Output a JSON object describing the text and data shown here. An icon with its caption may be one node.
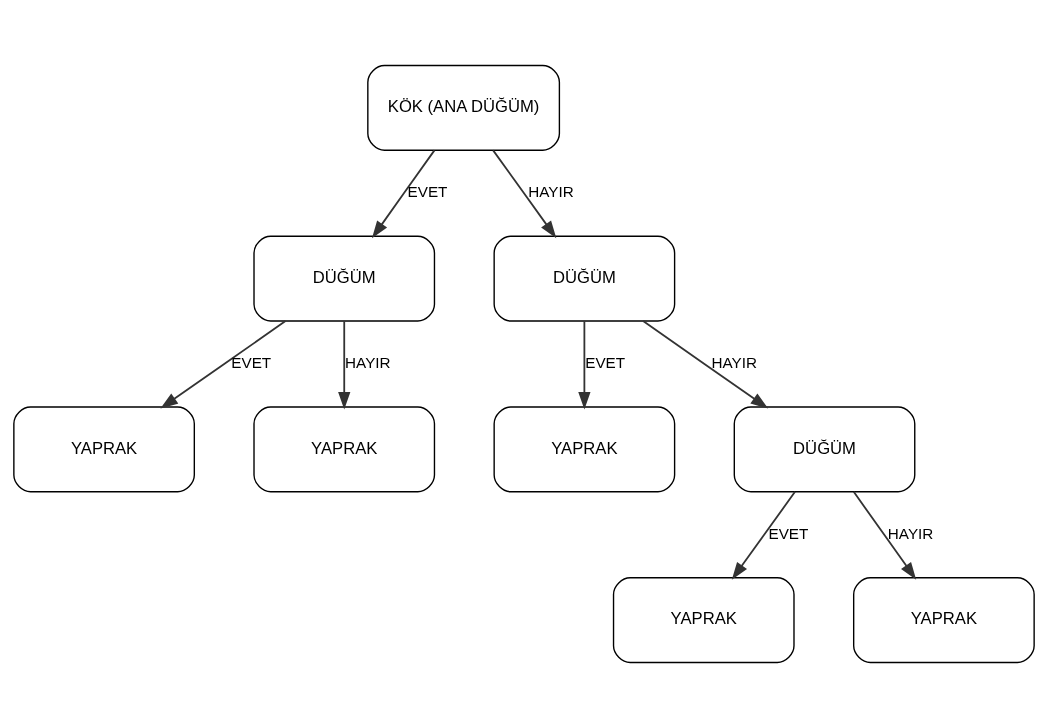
{
  "diagram": {
    "nodes": [
      {
        "text": [
          "KÖK (ANA DÜĞÜM)"
        ]
      },
      {
        "text": [
          "DÜĞÜM"
        ]
      },
      {
        "text": [
          "DÜĞÜM"
        ]
      },
      {
        "text": [
          "YAPRAK"
        ]
      },
      {
        "text": [
          "YAPRAK"
        ]
      },
      {
        "text": [
          "YAPRAK"
        ]
      },
      {
        "text": [
          "DÜĞÜM"
        ]
      },
      {
        "text": [
          "YAPRAK"
        ]
      },
      {
        "text": [
          "YAPRAK"
        ]
      }
    ],
    "edges": [
      {
        "from": 0,
        "to": 1,
        "arrow": "to",
        "label": "EVET"
      },
      {
        "from": 0,
        "to": 2,
        "arrow": "to",
        "label": "HAYIR"
      },
      {
        "from": 1,
        "to": 3,
        "arrow": "to",
        "label": "EVET"
      },
      {
        "from": 1,
        "to": 4,
        "arrow": "to",
        "label": "HAYIR"
      },
      {
        "from": 2,
        "to": 5,
        "arrow": "to",
        "label": "EVET"
      },
      {
        "from": 2,
        "to": 6,
        "arrow": "to",
        "label": "HAYIR"
      },
      {
        "from": 6,
        "to": 7,
        "arrow": "to",
        "label": "EVET"
      },
      {
        "from": 6,
        "to": 8,
        "arrow": "to",
        "label": "HAYIR"
      }
    ]
  }
}
